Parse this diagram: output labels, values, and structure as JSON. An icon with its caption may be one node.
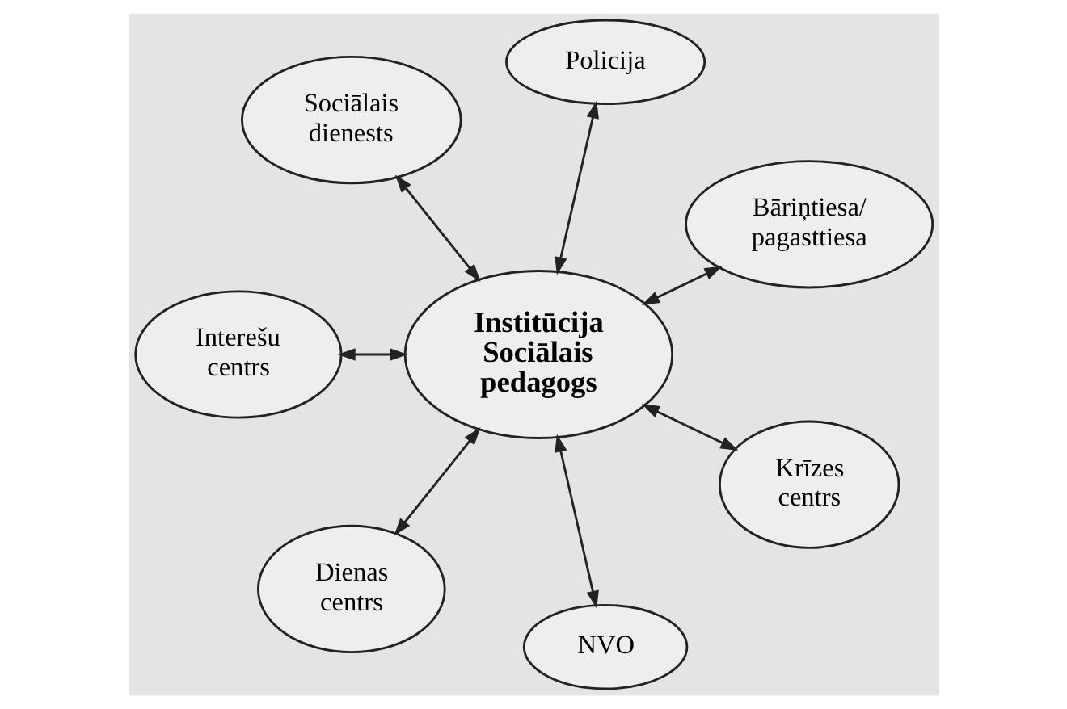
{
  "diagram": {
    "nodes": [
      {
        "text": [
          "Bāriņtiesa/ pagasttiesa"
        ]
      },
      {
        "text": [
          "Policija"
        ]
      },
      {
        "text": [
          "Sociālais dienests"
        ]
      },
      {
        "text": [
          "Institūcija Sociālais pedagogs"
        ]
      },
      {
        "text": [
          "Interešu centrs"
        ]
      },
      {
        "text": [
          "Dienas centrs"
        ]
      },
      {
        "text": [
          "NVO"
        ]
      },
      {
        "text": [
          "Krīzes centrs"
        ]
      }
    ],
    "edges": [
      {
        "from": 3,
        "to": 0,
        "arrow": "both"
      },
      {
        "from": 3,
        "to": 1,
        "arrow": "both"
      },
      {
        "from": 3,
        "to": 2,
        "arrow": "both"
      },
      {
        "from": 3,
        "to": 4,
        "arrow": "both"
      },
      {
        "from": 3,
        "to": 5,
        "arrow": "both"
      },
      {
        "from": 3,
        "to": 6,
        "arrow": "both"
      },
      {
        "from": 3,
        "to": 7,
        "arrow": "both"
      }
    ]
  }
}
